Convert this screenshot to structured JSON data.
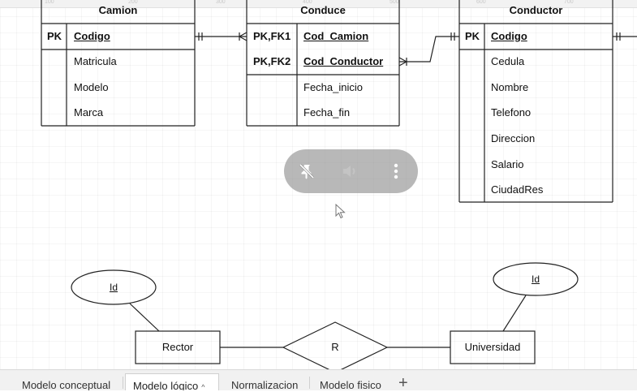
{
  "ruler": {
    "ticks": [
      "100",
      "200",
      "300",
      "400",
      "500",
      "600",
      "700"
    ]
  },
  "tables": {
    "camion": {
      "title": "Camion",
      "pk_label": "PK",
      "pk_field": "Codigo",
      "fields": [
        "Matricula",
        "Modelo",
        "Marca"
      ]
    },
    "conduce": {
      "title": "Conduce",
      "key1_label": "PK,FK1",
      "key1_field": "Cod_Camion",
      "key2_label": "PK,FK2",
      "key2_field": "Cod_Conductor",
      "fields": [
        "Fecha_inicio",
        "Fecha_fin"
      ]
    },
    "conductor": {
      "title": "Conductor",
      "pk_label": "PK",
      "pk_field": "Codigo",
      "fields": [
        "Cedula",
        "Nombre",
        "Telefono",
        "Direccion",
        "Salario",
        "CiudadRes"
      ]
    }
  },
  "er": {
    "entity_left": "Rector",
    "relation": "R",
    "entity_right": "Universidad",
    "attr_left": "Id",
    "attr_right": "Id"
  },
  "media_controls": {
    "icons": [
      "pin-off-icon",
      "volume-icon",
      "more-vert-icon"
    ]
  },
  "tabs": [
    {
      "label": "Modelo conceptual",
      "active": false
    },
    {
      "label": "Modelo lógico",
      "active": true
    },
    {
      "label": "Normalizacion",
      "active": false
    },
    {
      "label": "Modelo fisico",
      "active": false
    }
  ],
  "add_tab_label": "+",
  "active_tab_caret": "^",
  "colors": {
    "line": "#222222",
    "media_bg": "#8c8c8c",
    "tab_bar": "#f1f1f1"
  }
}
